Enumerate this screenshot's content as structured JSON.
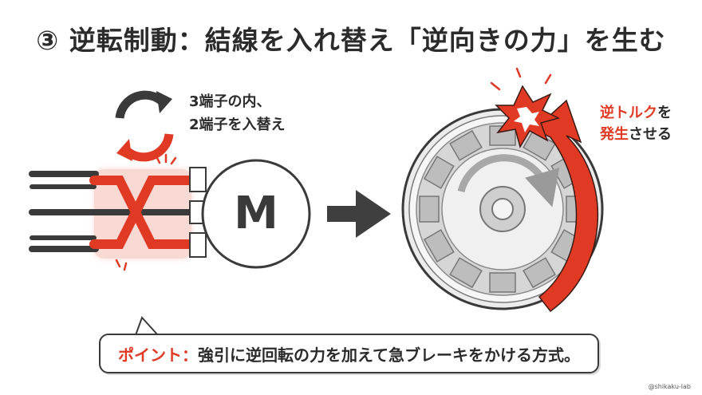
{
  "title": "③ 逆転制動：結線を入れ替え「逆向きの力」を生む",
  "swap_note": {
    "line1": "3端子の内、",
    "line2": "2端子を入替え"
  },
  "motor": {
    "label": "M"
  },
  "torque_note": {
    "line1_red": "逆トルク",
    "line1_dark": "を",
    "line2_red": "発生",
    "line2_dark": "させる"
  },
  "callout": {
    "label": "ポイント：",
    "text": "強引に逆回転の力を加えて急ブレーキをかける方式。"
  },
  "credit": "@shikaku-lab",
  "colors": {
    "accent_red": "#e03a24",
    "ink": "#2b2b2b",
    "stator_gray": "#bdbdbd",
    "arrow_gray": "#3f3f3f"
  }
}
